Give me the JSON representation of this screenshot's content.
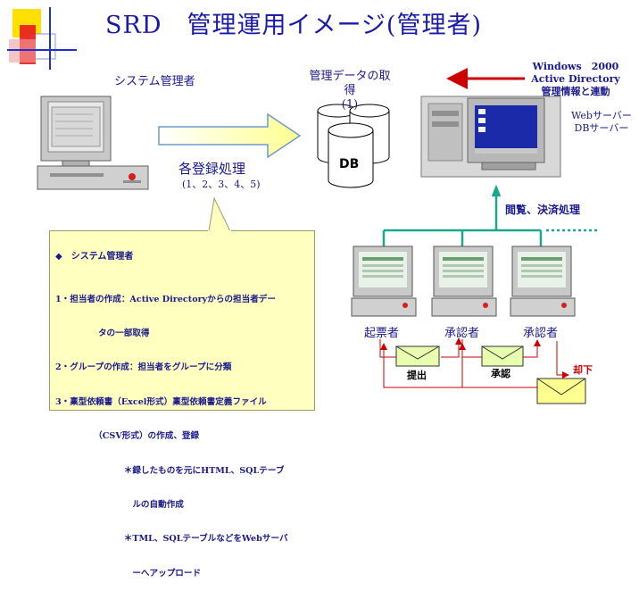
{
  "title": "SRD　管理運用イメージ(管理者)",
  "labels": {
    "system_admin": "システム管理者",
    "data_get_line1": "管理データの取得",
    "data_get_line2": "(1)",
    "win_line1": "Windows　2000",
    "win_line2": "Active Directory",
    "win_line3": "管理情報と連動",
    "web_server": "Webサーバー",
    "db_server": "DBサーバー",
    "db": "DB",
    "registration": "各登録処理",
    "registration_steps": "(1、2、3、4、5)",
    "view_approve": "閲覧、決済処理",
    "requester": "起票者",
    "approver_1": "承認者",
    "approver_2": "承認者",
    "submit": "提出",
    "approve": "承認",
    "reject": "却下"
  },
  "note": {
    "heading": "◆　システム管理者",
    "lines": [
      "1・担当者の作成：Active Directoryからの担当者デー",
      "　　　　　タの一部取得",
      "2・グループの作成：担当者をグループに分類",
      "3・稟型依頼書（Excel形式）稟型依頼書定義ファイル",
      "　　　　　（CSV形式）の作成、登録",
      "　　　　　　　　＊録したものを元にHTML、SQLテーブ",
      "　　　　　　　　　ルの自動作成",
      "　　　　　　　　＊TML、SQLテーブルなどをWebサーバ",
      "　　　　　　　　　ーへアップロード"
    ]
  },
  "colors": {
    "title": "#1a1aa8",
    "label": "#1a1a8c",
    "teal_line": "#1aa88a",
    "red_arrow": "#cc0000",
    "note_bg": "#ffffc0",
    "arrow_fill": "#ffffc0",
    "deco_yellow": "#ffe000",
    "deco_red": "#e81c1c",
    "deco_blue": "#2030d0"
  }
}
